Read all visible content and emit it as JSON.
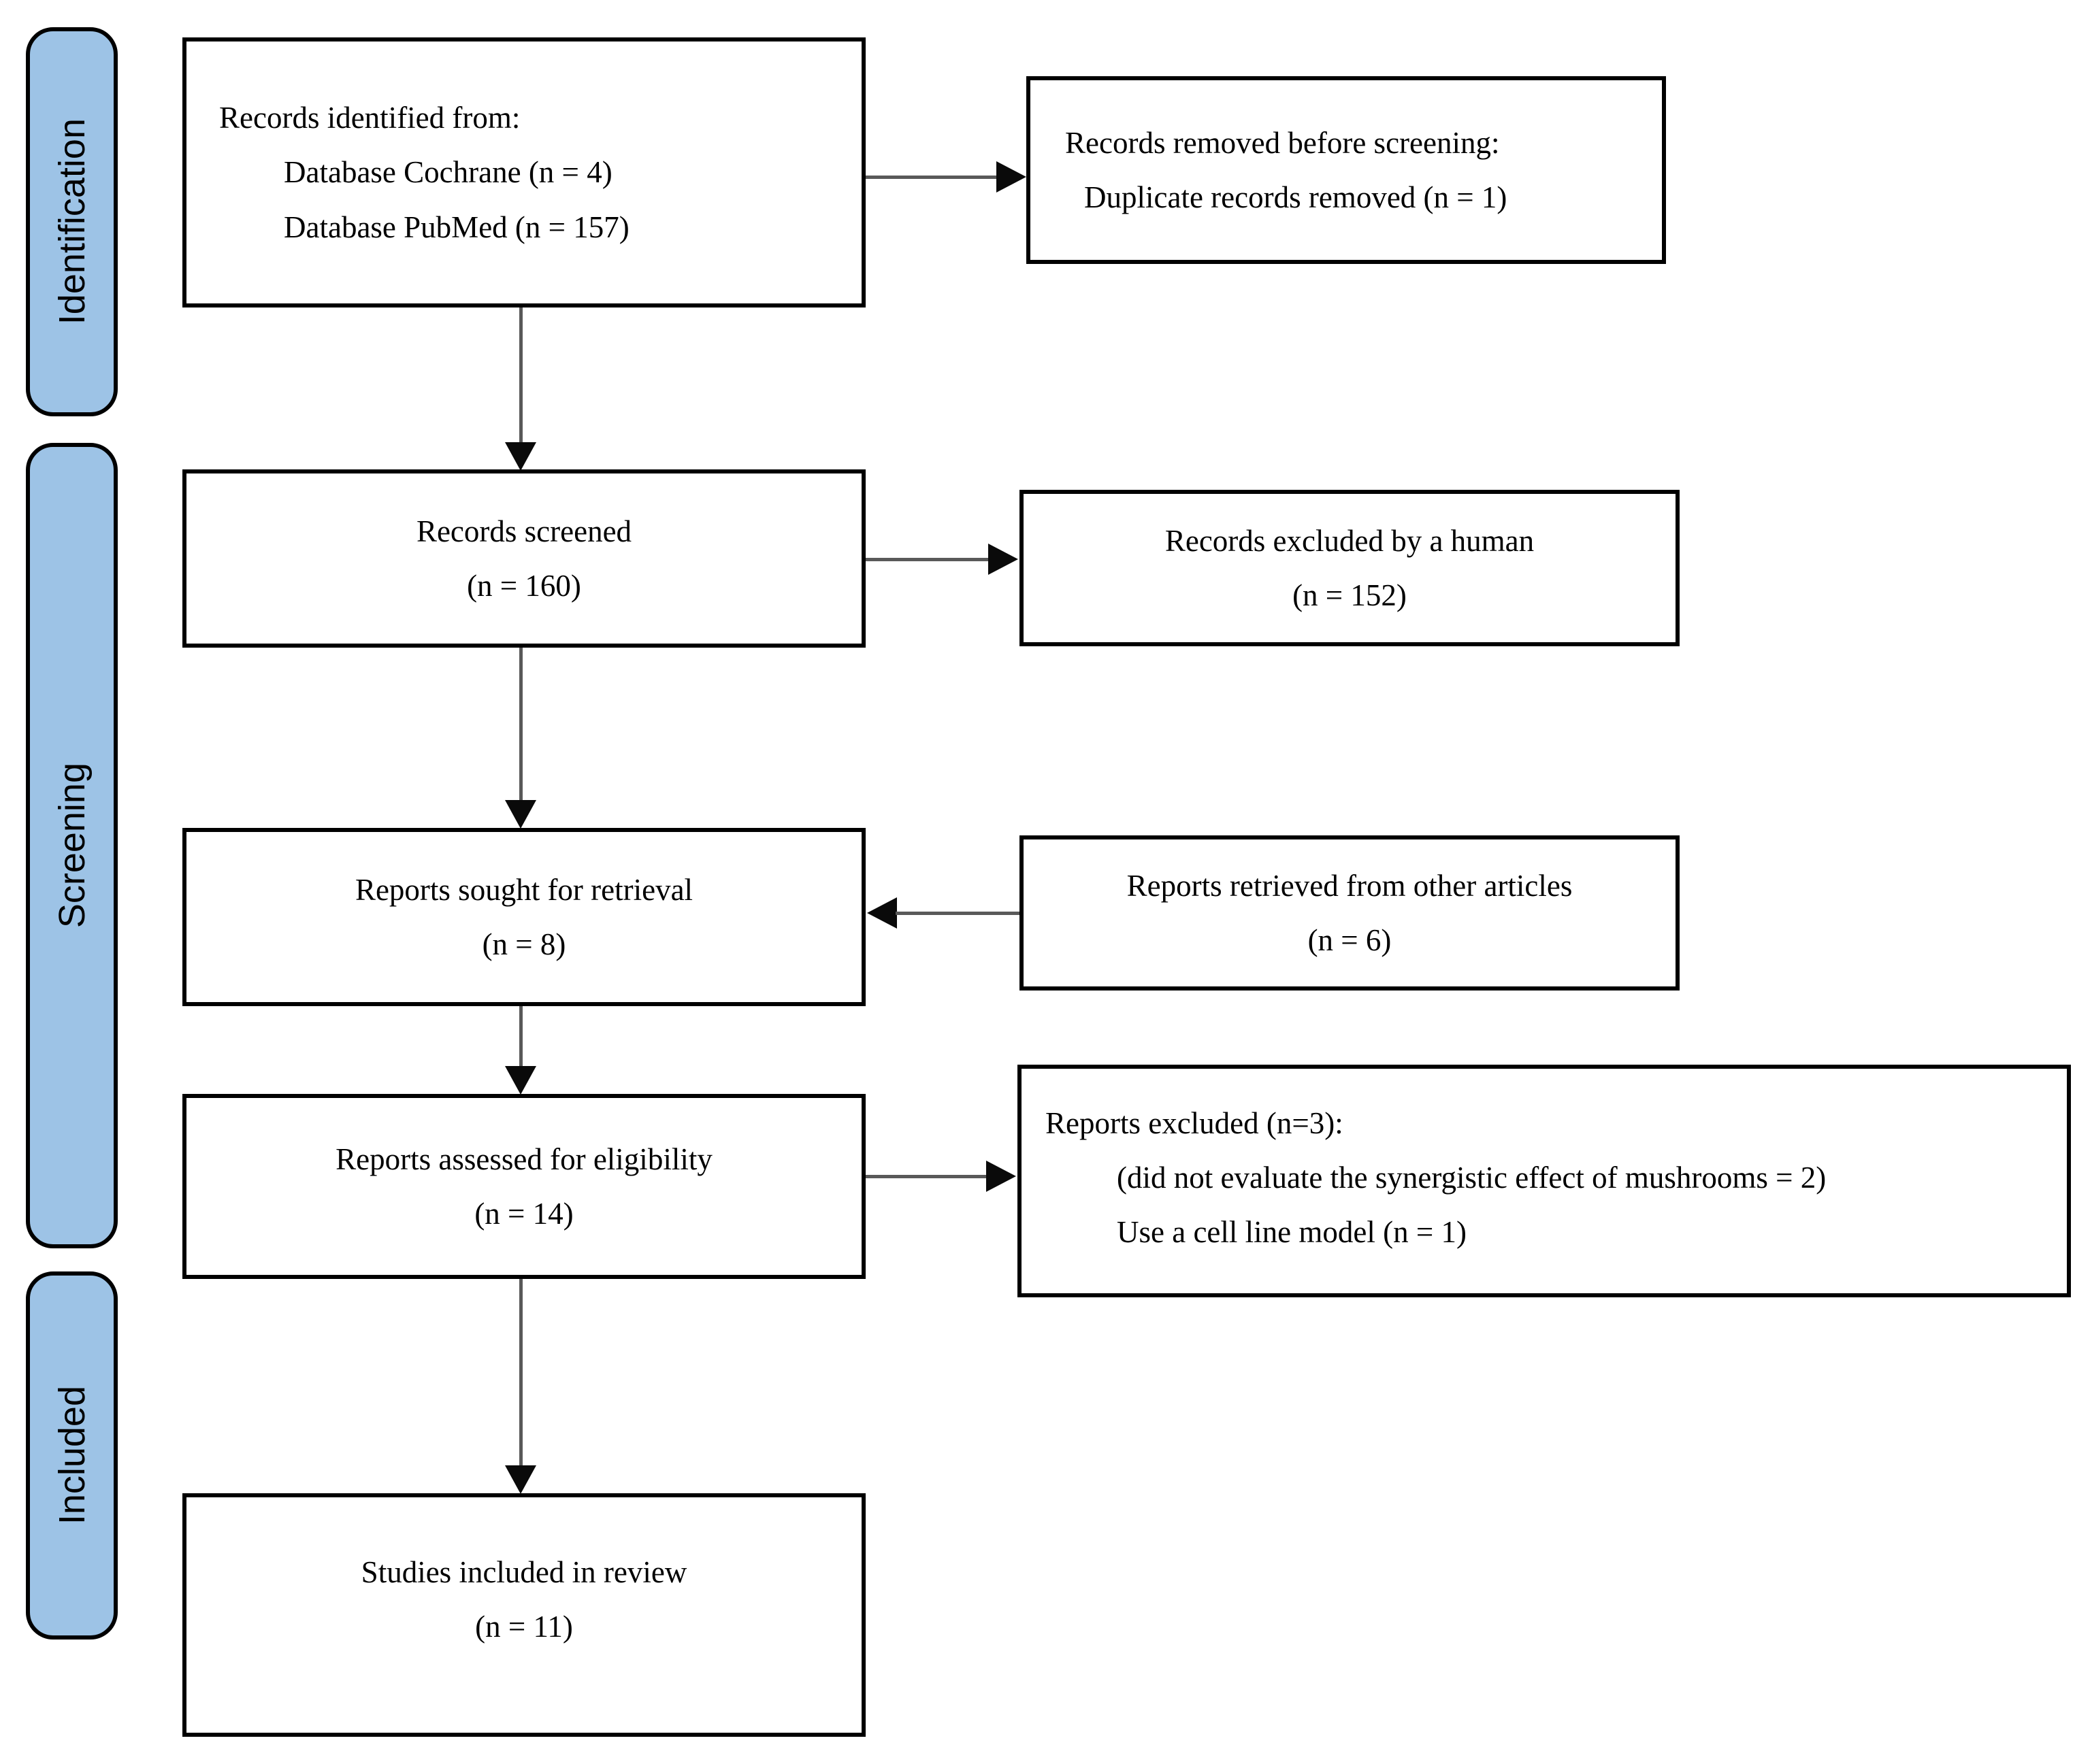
{
  "palette": {
    "stage_fill": "#9DC3E6",
    "stage_border": "#000000",
    "box_border": "#000000",
    "box_fill": "#ffffff",
    "line_color": "#595959",
    "arrow_color": "#0a0a0a",
    "text_color": "#000000"
  },
  "stages": [
    {
      "label": "Identification"
    },
    {
      "label": "Screening"
    },
    {
      "label": "Included"
    }
  ],
  "boxes": {
    "records_identified": {
      "title": "Records identified from:",
      "items": [
        "Database Cochrane (n = 4)",
        "Database PubMed (n = 157)"
      ]
    },
    "records_removed": {
      "title": "Records removed before screening:",
      "items": [
        "Duplicate records removed (n = 1)"
      ]
    },
    "records_screened": {
      "lines": [
        "Records screened",
        "(n = 160)"
      ]
    },
    "records_excluded": {
      "lines": [
        "Records excluded by a human",
        "(n = 152)"
      ]
    },
    "reports_sought": {
      "lines": [
        "Reports sought for retrieval",
        "(n = 8)"
      ]
    },
    "reports_retrieved": {
      "lines": [
        "Reports retrieved from other articles",
        "(n = 6)"
      ]
    },
    "reports_assessed": {
      "lines": [
        "Reports assessed for eligibility",
        "(n = 14)"
      ]
    },
    "reports_excluded": {
      "title": "Reports excluded (n=3):",
      "items": [
        "(did not evaluate the synergistic effect of mushrooms = 2)",
        "Use a cell line model (n = 1)"
      ]
    },
    "studies_included": {
      "lines": [
        "Studies included in review",
        "(n = 11)"
      ]
    }
  }
}
